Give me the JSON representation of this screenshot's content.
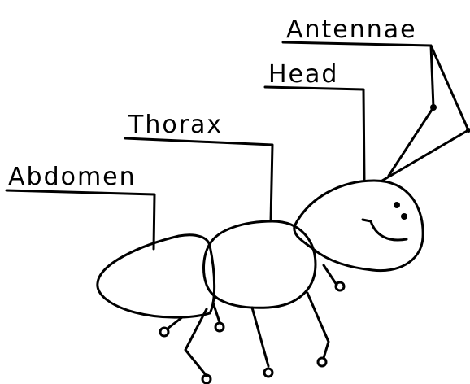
{
  "labels": {
    "antennae": "Antennae",
    "head": "Head",
    "thorax": "Thorax",
    "abdomen": "Abdomen"
  },
  "colors": {
    "ink": "#000000",
    "background": "#ffffff"
  }
}
